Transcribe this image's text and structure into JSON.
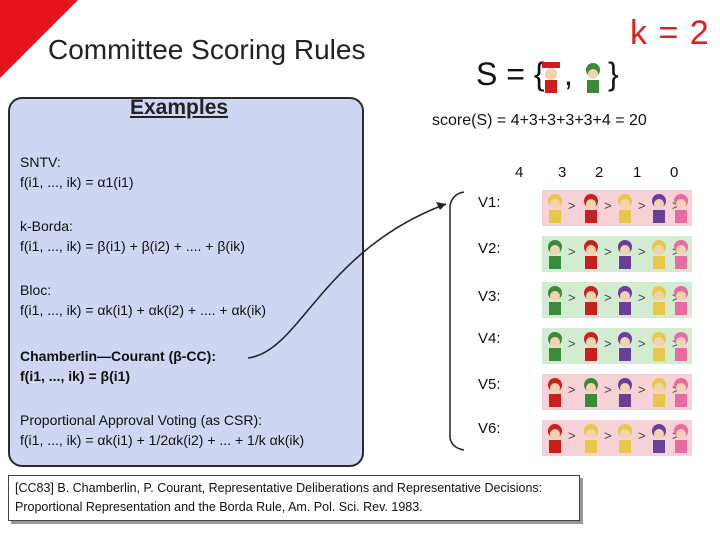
{
  "slide": {
    "title": "Committee Scoring Rules",
    "k_label": "k = 2",
    "set_open": "S = {",
    "set_sep": ",",
    "set_close": "}",
    "score_text": "score(S) = 4+3+3+3+3+4 = 20",
    "examples_heading": "Examples"
  },
  "rules": [
    {
      "name": "SNTV:",
      "formula": "f(i1, ..., ik) = α1(i1)"
    },
    {
      "name": "k-Borda:",
      "formula": "f(i1, ..., ik) = β(i1) + β(i2) + .... + β(ik)"
    },
    {
      "name": "Bloc:",
      "formula": "f(i1, ..., ik) = αk(i1) + αk(i2) + .... + αk(ik)"
    },
    {
      "name": "Chamberlin—Courant (β-CC):",
      "formula": "f(i1, ..., ik) = β(i1)"
    },
    {
      "name": "Proportional Approval Voting (as CSR):",
      "formula": "f(i1, ..., ik) = αk(i1) + 1/2αk(i2) + ... + 1/k αk(ik)"
    }
  ],
  "column_scores": [
    "4",
    "3",
    "2",
    "1",
    "0"
  ],
  "voters": [
    {
      "label": "V1:",
      "highlight": "#f6d2d6",
      "order": [
        "blond",
        "redhat",
        "blond",
        "purple",
        "girl"
      ]
    },
    {
      "label": "V2:",
      "highlight": "#d2ecd2",
      "order": [
        "green",
        "redhat",
        "purple",
        "blond",
        "girl"
      ]
    },
    {
      "label": "V3:",
      "highlight": "#d2ecd2",
      "order": [
        "green",
        "redhat",
        "purple",
        "blond",
        "girl"
      ]
    },
    {
      "label": "V4:",
      "highlight": "#d2ecd2",
      "order": [
        "green",
        "redhat",
        "purple",
        "blond",
        "girl"
      ]
    },
    {
      "label": "V5:",
      "highlight": "#f6d2d6",
      "order": [
        "redhat",
        "green",
        "purple",
        "blond",
        "girl"
      ]
    },
    {
      "label": "V6:",
      "highlight": "#f6d2d6",
      "order": [
        "redhat",
        "blond",
        "blond",
        "purple",
        "girl"
      ]
    }
  ],
  "candidate_colors": {
    "redhat": "#c81f1f",
    "green": "#3a8a3a",
    "purple": "#6a3f9a",
    "blond": "#e7c84a",
    "girl": "#e86aa0"
  },
  "reference": "[CC83] B. Chamberlin, P. Courant, Representative Deliberations and Representative Decisions: Proportional Representation and the Borda Rule, Am. Pol. Sci. Rev. 1983.",
  "colors": {
    "accent": "#e8121c",
    "panel": "#cfd6f4"
  }
}
